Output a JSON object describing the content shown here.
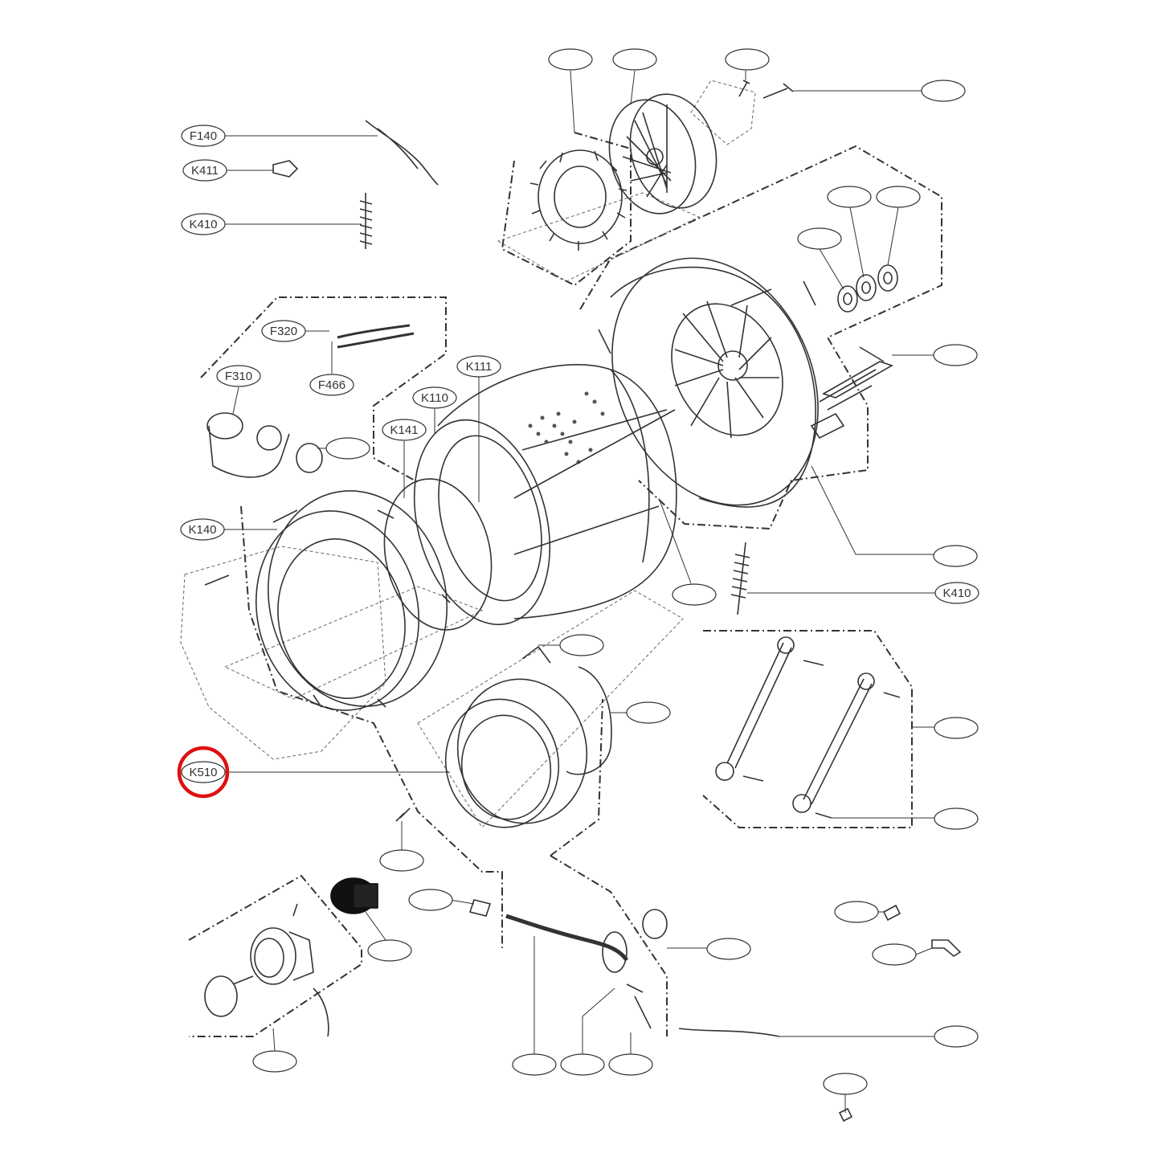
{
  "diagram": {
    "labels": [
      {
        "id": "f140",
        "text": "F140"
      },
      {
        "id": "k411",
        "text": "K411"
      },
      {
        "id": "k410a",
        "text": "K410"
      },
      {
        "id": "f320",
        "text": "F320"
      },
      {
        "id": "f310",
        "text": "F310"
      },
      {
        "id": "f466",
        "text": "F466"
      },
      {
        "id": "k111",
        "text": "K111"
      },
      {
        "id": "k110",
        "text": "K110"
      },
      {
        "id": "k141",
        "text": "K141"
      },
      {
        "id": "k140",
        "text": "K140"
      },
      {
        "id": "k410b",
        "text": "K410"
      },
      {
        "id": "k510",
        "text": "K510"
      }
    ],
    "highlight": {
      "target": "k510",
      "color": "#e01010"
    },
    "line_color": "#333333"
  }
}
